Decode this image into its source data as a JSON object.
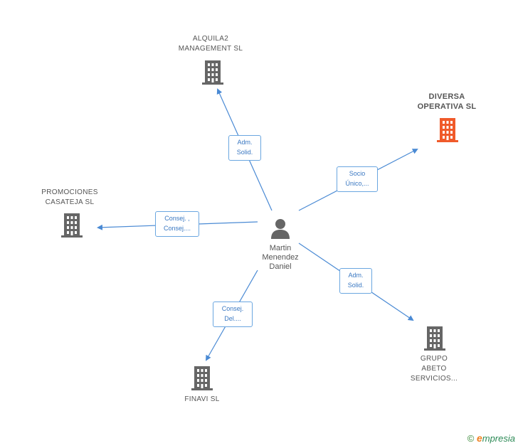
{
  "person": {
    "name_lines": [
      "Martin",
      "Menendez",
      "Daniel"
    ]
  },
  "companies": [
    {
      "id": "alquila2",
      "lines": [
        "ALQUILA2",
        "MANAGEMENT SL"
      ],
      "color": "#666666"
    },
    {
      "id": "diversa",
      "lines": [
        "DIVERSA",
        "OPERATIVA SL"
      ],
      "color": "#f05a2a"
    },
    {
      "id": "promociones",
      "lines": [
        "PROMOCIONES",
        "CASATEJA SL"
      ],
      "color": "#666666"
    },
    {
      "id": "grupo",
      "lines": [
        "GRUPO",
        "ABETO",
        "SERVICIOS..."
      ],
      "color": "#666666"
    },
    {
      "id": "finavi",
      "lines": [
        "FINAVI SL"
      ],
      "color": "#666666"
    }
  ],
  "relations": [
    {
      "lines": [
        "Adm.",
        "Solid."
      ]
    },
    {
      "lines": [
        "Socio",
        "Único,..."
      ]
    },
    {
      "lines": [
        "Consej. ,",
        "Consej...."
      ]
    },
    {
      "lines": [
        "Adm.",
        "Solid."
      ]
    },
    {
      "lines": [
        "Consej.",
        "Del...."
      ]
    }
  ],
  "footer": {
    "copyright": "©",
    "brand_first": "e",
    "brand_rest": "mpresia"
  },
  "colors": {
    "edge": "#4a8ad4",
    "accent": "#f05a2a",
    "building": "#666666"
  }
}
